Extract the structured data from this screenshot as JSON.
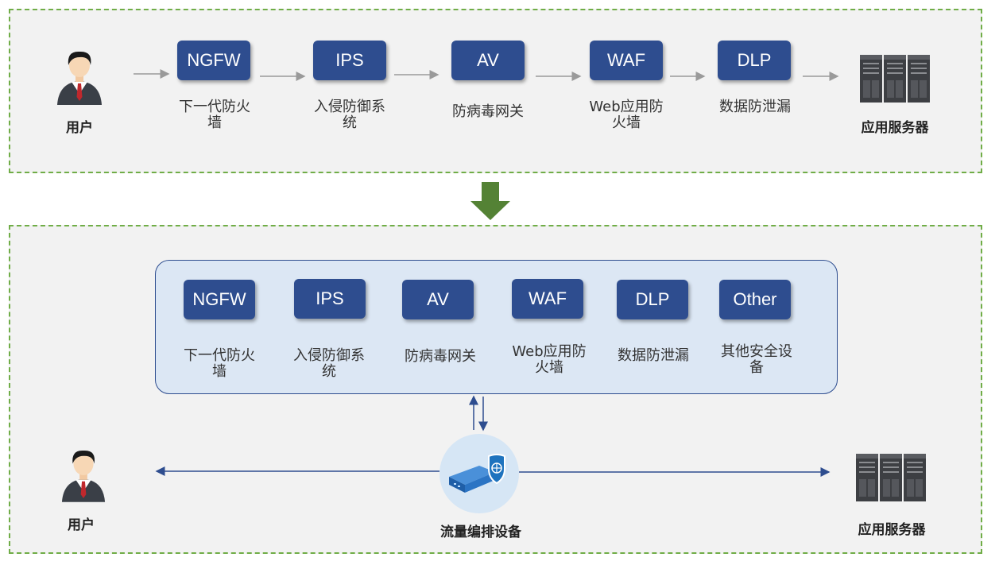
{
  "top_flow": {
    "user_label": "用户",
    "server_label": "应用服务器",
    "devices": [
      {
        "name": "NGFW",
        "caption": "下一代防火墙"
      },
      {
        "name": "IPS",
        "caption": "入侵防御系统"
      },
      {
        "name": "AV",
        "caption": "防病毒网关"
      },
      {
        "name": "WAF",
        "caption": "Web应用防火墙"
      },
      {
        "name": "DLP",
        "caption": "数据防泄漏"
      }
    ]
  },
  "bottom_flow": {
    "user_label": "用户",
    "server_label": "应用服务器",
    "orchestrator_label": "流量编排设备",
    "devices": [
      {
        "name": "NGFW",
        "caption": "下一代防火墙"
      },
      {
        "name": "IPS",
        "caption": "入侵防御系统"
      },
      {
        "name": "AV",
        "caption": "防病毒网关"
      },
      {
        "name": "WAF",
        "caption": "Web应用防火墙"
      },
      {
        "name": "DLP",
        "caption": "数据防泄漏"
      },
      {
        "name": "Other",
        "caption": "其他安全设备"
      }
    ]
  },
  "colors": {
    "device_box": "#2e4d8f",
    "panel_border": "#70ad47",
    "transition_arrow": "#548235",
    "group_fill": "#dce7f4"
  },
  "icons": {
    "user": "person-icon",
    "server": "server-rack-icon",
    "orchestrator": "traffic-orchestration-device-icon",
    "transition": "down-arrow-icon"
  }
}
